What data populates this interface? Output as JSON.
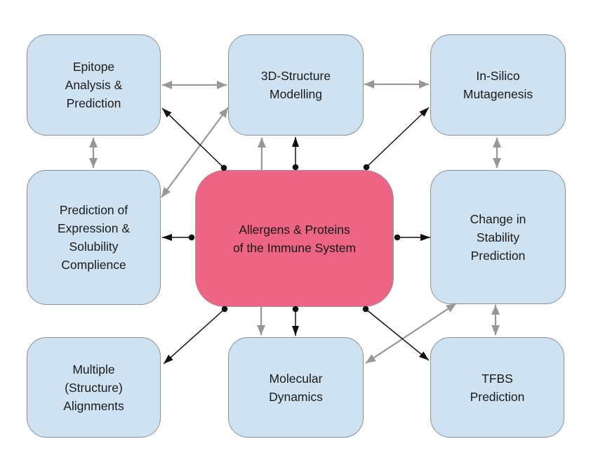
{
  "diagram": {
    "center_node": {
      "id": "allergens-proteins",
      "label": "Allergens & Proteins\nof the Immune System"
    },
    "nodes": [
      {
        "id": "epitope-analysis-prediction",
        "label": "Epitope\nAnalysis &\nPrediction"
      },
      {
        "id": "3d-structure-modelling",
        "label": "3D-Structure\nModelling"
      },
      {
        "id": "in-silico-mutagenesis",
        "label": "In-Silico\nMutagenesis"
      },
      {
        "id": "prediction-expression-solubility",
        "label": "Prediction of\nExpression &\nSolubility\nComplience"
      },
      {
        "id": "change-in-stability",
        "label": "Change in\nStability\nPrediction"
      },
      {
        "id": "multiple-structure-alignments",
        "label": "Multiple\n(Structure)\nAlignments"
      },
      {
        "id": "molecular-dynamics",
        "label": "Molecular\nDynamics"
      },
      {
        "id": "tfbs-prediction",
        "label": "TFBS\nPrediction"
      }
    ],
    "edges": [
      {
        "from": "allergens-proteins",
        "to": "3d-structure-modelling",
        "style": "black-directed-dot-origin"
      },
      {
        "from": "allergens-proteins",
        "to": "epitope-analysis-prediction",
        "style": "black-directed-dot-origin"
      },
      {
        "from": "allergens-proteins",
        "to": "in-silico-mutagenesis",
        "style": "black-directed-dot-origin"
      },
      {
        "from": "allergens-proteins",
        "to": "prediction-expression-solubility",
        "style": "black-directed-dot-origin"
      },
      {
        "from": "allergens-proteins",
        "to": "change-in-stability",
        "style": "black-directed-dot-origin"
      },
      {
        "from": "allergens-proteins",
        "to": "multiple-structure-alignments",
        "style": "black-directed-dot-origin"
      },
      {
        "from": "allergens-proteins",
        "to": "molecular-dynamics",
        "style": "black-directed-dot-origin"
      },
      {
        "from": "allergens-proteins",
        "to": "tfbs-prediction",
        "style": "black-directed-dot-origin"
      },
      {
        "between": [
          "epitope-analysis-prediction",
          "3d-structure-modelling"
        ],
        "style": "gray-bidirectional"
      },
      {
        "between": [
          "3d-structure-modelling",
          "in-silico-mutagenesis"
        ],
        "style": "gray-bidirectional"
      },
      {
        "between": [
          "epitope-analysis-prediction",
          "prediction-expression-solubility"
        ],
        "style": "gray-bidirectional"
      },
      {
        "between": [
          "in-silico-mutagenesis",
          "change-in-stability"
        ],
        "style": "gray-bidirectional"
      },
      {
        "between": [
          "change-in-stability",
          "tfbs-prediction"
        ],
        "style": "gray-bidirectional"
      },
      {
        "between": [
          "3d-structure-modelling",
          "molecular-dynamics"
        ],
        "style": "gray-bidirectional",
        "note": "passes behind center node"
      },
      {
        "between": [
          "prediction-expression-solubility",
          "3d-structure-modelling"
        ],
        "style": "gray-bidirectional"
      },
      {
        "between": [
          "change-in-stability",
          "molecular-dynamics"
        ],
        "style": "gray-bidirectional"
      }
    ],
    "colors": {
      "center_fill": "#ee6484",
      "node_fill": "#cfe2f2",
      "node_border": "#8a9096",
      "arrow_black": "#111111",
      "arrow_gray": "#979797",
      "background": "#ffffff",
      "text": "#1b1b1b"
    }
  }
}
